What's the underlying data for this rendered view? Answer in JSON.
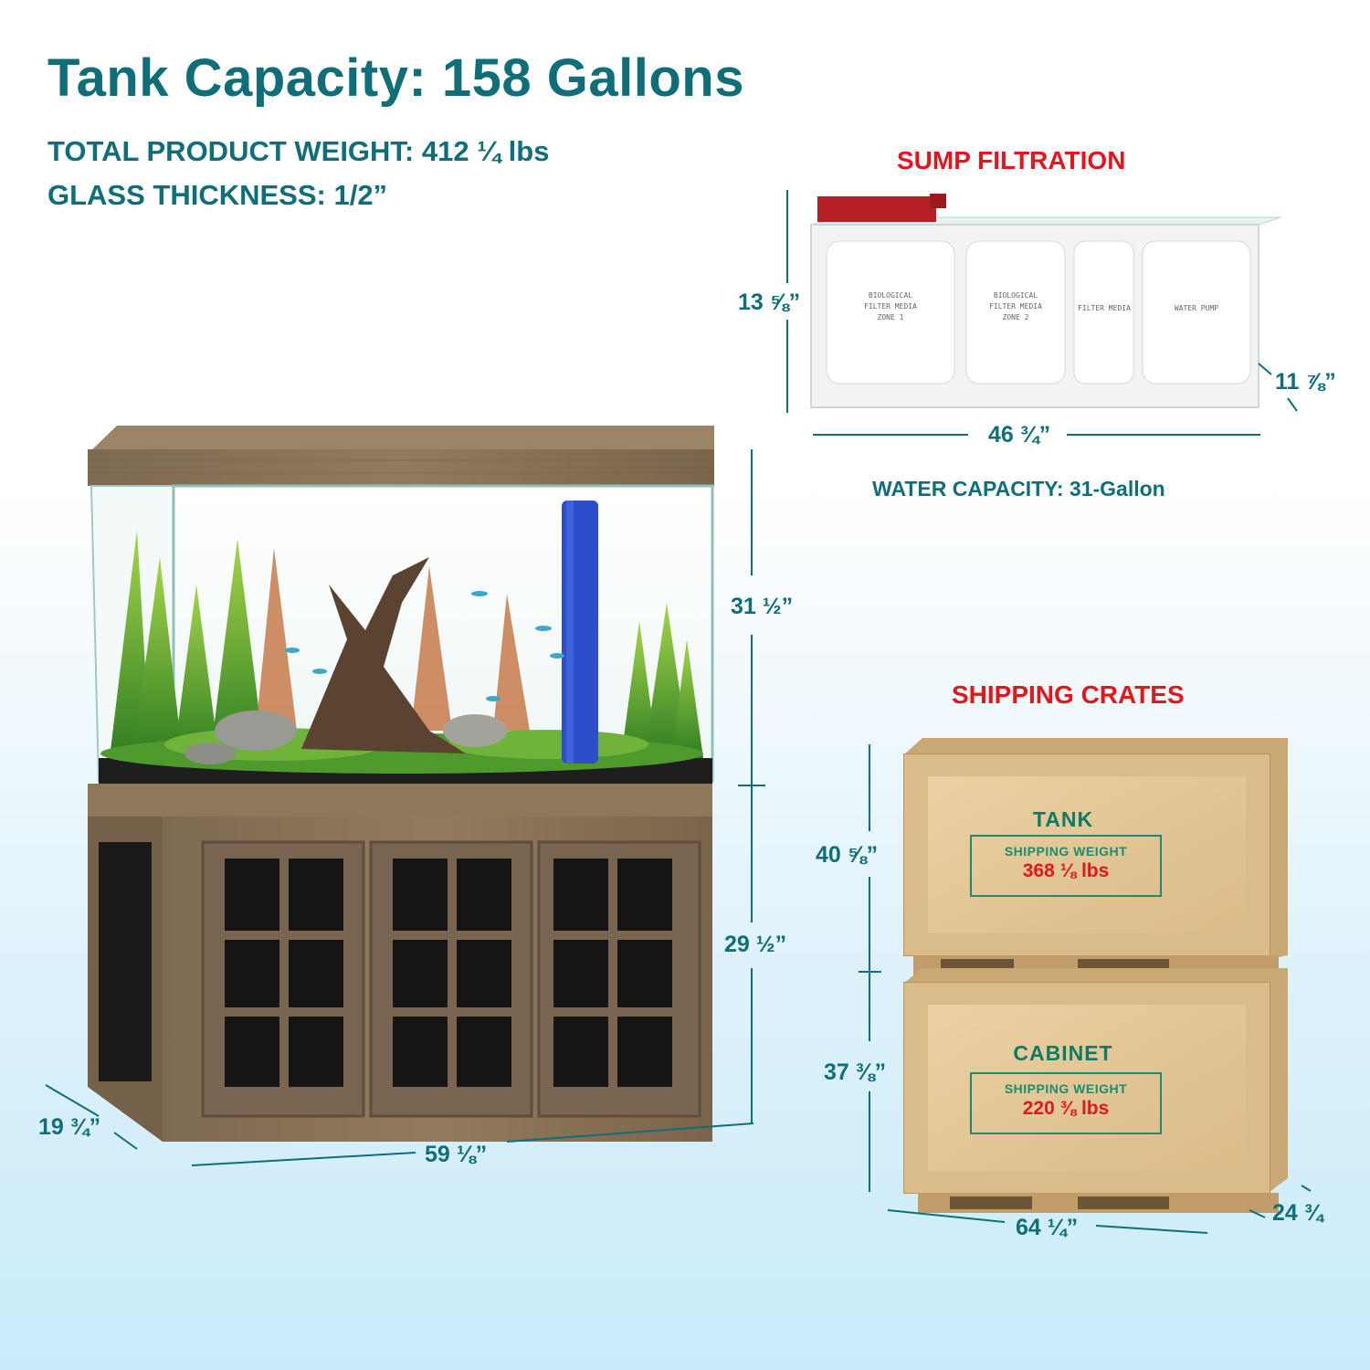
{
  "header": {
    "title": "Tank Capacity: 158 Gallons",
    "weight": "TOTAL PRODUCT WEIGHT: 412 ¼ lbs",
    "glass": "GLASS THICKNESS: 1/2”"
  },
  "tank_dimensions": {
    "height_tank": "31 ½”",
    "height_cabinet": "29 ½”",
    "width": "59 ⅛”",
    "depth": "19 ¾”"
  },
  "sump": {
    "heading": "SUMP FILTRATION",
    "height": "13 ⅝”",
    "width": "46 ¾”",
    "depth": "11 ⅞”",
    "water_capacity": "WATER CAPACITY: 31-Gallon",
    "zones": [
      "BIOLOGICAL\nFILTER MEDIA\nZONE 1",
      "BIOLOGICAL\nFILTER MEDIA\nZONE 2",
      "FILTER MEDIA",
      "WATER PUMP"
    ]
  },
  "crates": {
    "heading": "SHIPPING CRATES",
    "tank": {
      "label": "TANK",
      "ship_title": "SHIPPING WEIGHT",
      "ship_weight": "368 ⅛ lbs",
      "height": "40 ⅝”"
    },
    "cabinet": {
      "label": "CABINET",
      "ship_title": "SHIPPING WEIGHT",
      "ship_weight": "220 ⅜ lbs",
      "height": "37 ⅜”"
    },
    "width": "64 ¼”",
    "depth": "24 ¾"
  },
  "colors": {
    "teal": "#0f6e78",
    "red": "#e3161b",
    "wood": "#8a7358",
    "crate": "#e4c89a",
    "pump": "#2c4fc9"
  }
}
